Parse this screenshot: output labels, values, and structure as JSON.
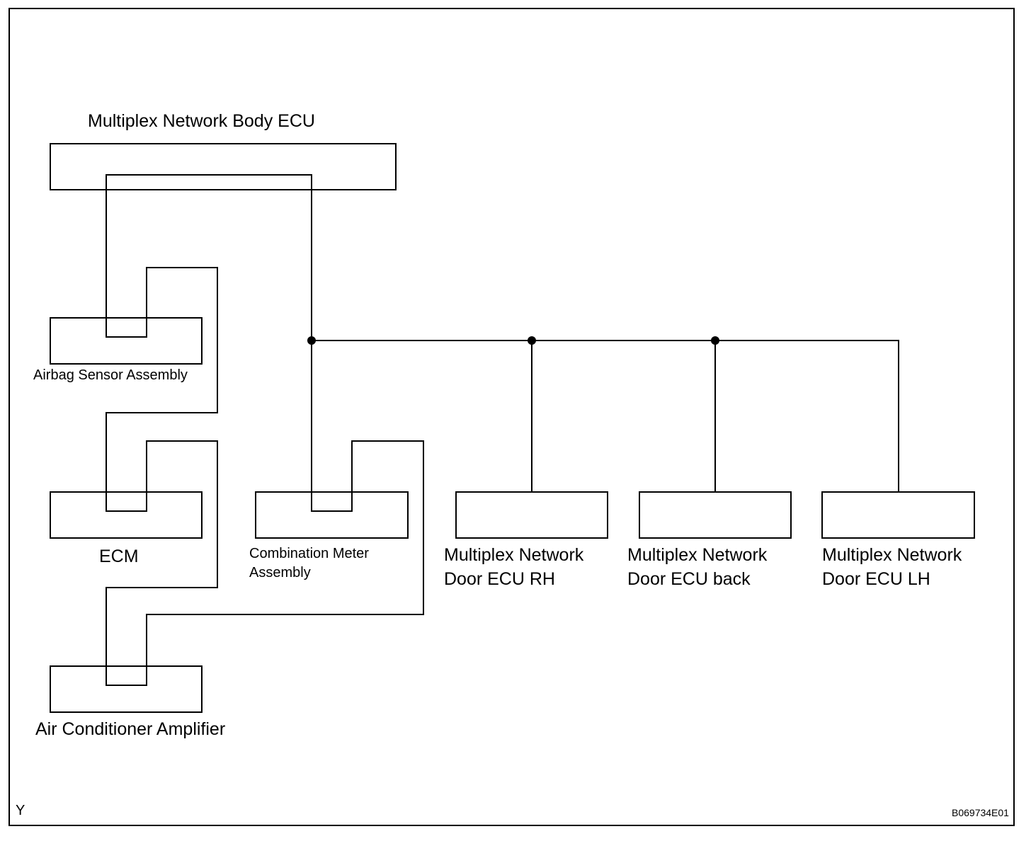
{
  "labels": {
    "body_ecu": "Multiplex Network Body ECU",
    "airbag": "Airbag Sensor Assembly",
    "ecm": "ECM",
    "combination_meter_line1": "Combination Meter",
    "combination_meter_line2": "Assembly",
    "door_rh_line1": "Multiplex Network",
    "door_rh_line2": "Door ECU RH",
    "door_back_line1": "Multiplex Network",
    "door_back_line2": "Door ECU back",
    "door_lh_line1": "Multiplex Network",
    "door_lh_line2": "Door ECU LH",
    "ac_amplifier": "Air Conditioner Amplifier"
  },
  "corner_left": "Y",
  "corner_right": "B069734E01"
}
